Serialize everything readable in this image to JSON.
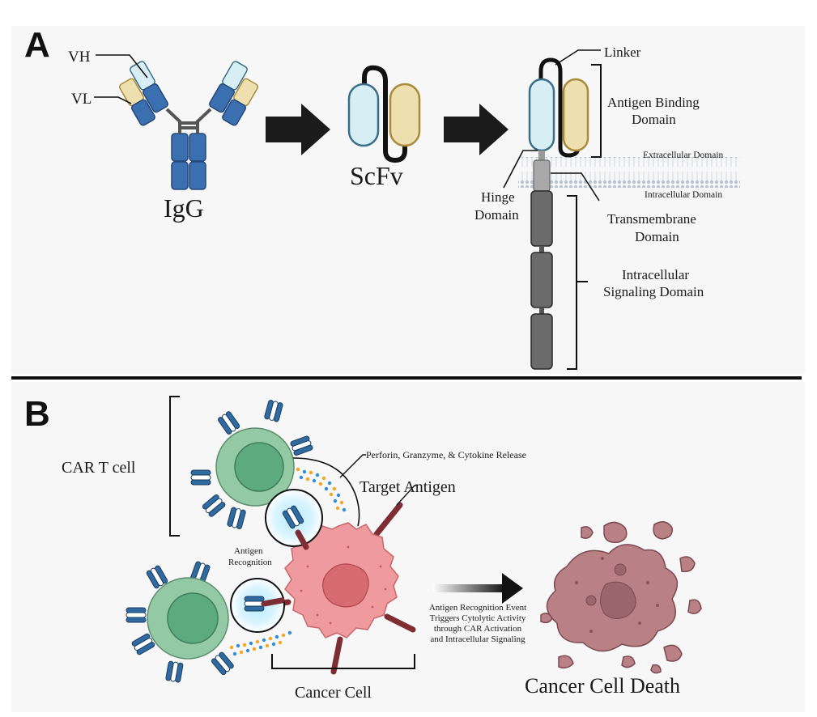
{
  "panel_a": {
    "panel_label": "A",
    "igg": {
      "label": "IgG",
      "vh_label": "VH",
      "vl_label": "VL"
    },
    "scfv": {
      "label": "ScFv"
    },
    "car": {
      "linker": "Linker",
      "antigen_binding_1": "Antigen Binding",
      "antigen_binding_2": "Domain",
      "extracellular": "Extracellular Domain",
      "intracellular": "Intracellular Domain",
      "hinge_1": "Hinge",
      "hinge_2": "Domain",
      "transmembrane_1": "Transmembrane",
      "transmembrane_2": "Domain",
      "signaling_1": "Intracellular",
      "signaling_2": "Signaling Domain"
    }
  },
  "panel_b": {
    "panel_label": "B",
    "car_t_cell": "CAR T cell",
    "release": "Perforin, Granzyme, & Cytokine Release",
    "target_antigen": "Target Antigen",
    "antigen_recognition_1": "Antigen",
    "antigen_recognition_2": "Recognition",
    "event_1": "Antigen Recognition Event",
    "event_2": "Triggers Cytolytic Activity",
    "event_3": "through CAR Activation",
    "event_4": "and Intracellular Signaling",
    "cancer_cell": "Cancer Cell",
    "cancer_cell_death": "Cancer Cell Death"
  },
  "colors": {
    "vh_light": "#d8eef5",
    "vl_tan": "#eedfae",
    "heavy_blue": "#3a6fb0",
    "t_cell_green": "#94c9a5",
    "nucleus_green": "#5daa80",
    "cancer_pink": "#ef9a9e",
    "dead_cell": "#b98186",
    "antigen_red": "#7e2e33",
    "car_gray": "#6b6b6b"
  }
}
